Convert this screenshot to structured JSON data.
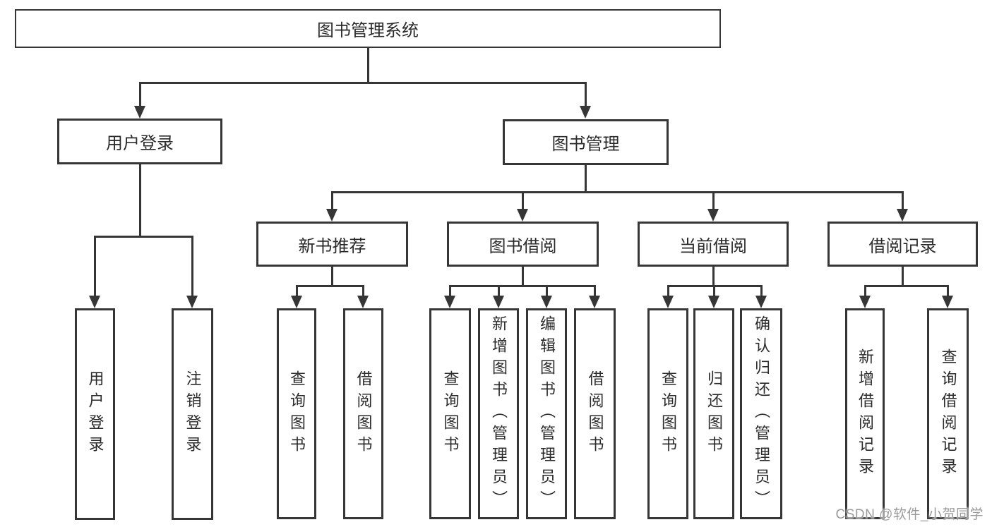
{
  "diagram_title": "图书管理系统",
  "colors": {
    "line": "#363636",
    "box_border": "#363636",
    "box_background": "#ffffff",
    "text": "#2b2b2b",
    "watermark": "#9b9b9b",
    "page_background": "#ffffff"
  },
  "watermark": {
    "text": "CSDN @软件_小贺同学"
  },
  "tree": {
    "label": "图书管理系统",
    "children": [
      {
        "label": "用户登录",
        "children": [
          {
            "label": "用户登录"
          },
          {
            "label": "注销登录"
          }
        ]
      },
      {
        "label": "图书管理",
        "children": [
          {
            "label": "新书推荐",
            "children": [
              {
                "label": "查询图书"
              },
              {
                "label": "借阅图书"
              }
            ]
          },
          {
            "label": "图书借阅",
            "children": [
              {
                "label": "查询图书"
              },
              {
                "label": "新增图书（管理员）"
              },
              {
                "label": "编辑图书（管理员）"
              },
              {
                "label": "借阅图书"
              }
            ]
          },
          {
            "label": "当前借阅",
            "children": [
              {
                "label": "查询图书"
              },
              {
                "label": "归还图书"
              },
              {
                "label": "确认归还（管理员）"
              }
            ]
          },
          {
            "label": "借阅记录",
            "children": [
              {
                "label": "新增借阅记录"
              },
              {
                "label": "查询借阅记录"
              }
            ]
          }
        ]
      }
    ]
  }
}
